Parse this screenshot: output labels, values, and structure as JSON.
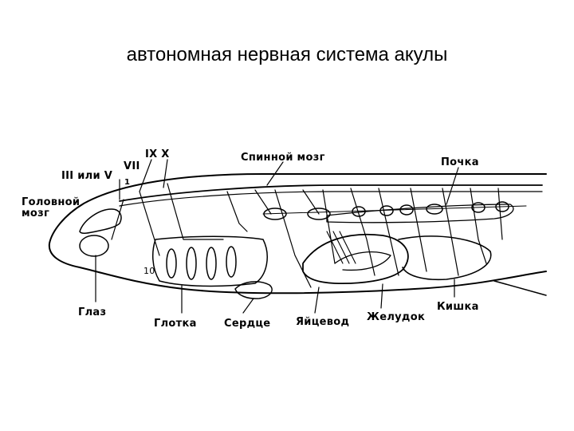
{
  "title": "автономная нервная система акулы",
  "labels": {
    "cranial_ix_x": "IX  X",
    "cranial_vii": "VII",
    "cranial_iii_v": "III  или  V",
    "cranial_sub1": "1",
    "brain_line1": "Головной",
    "brain_line2": "мозг",
    "spinal_cord": "Спинной мозг",
    "kidney": "Почка",
    "eye": "Глаз",
    "pharynx": "Глотка",
    "heart": "Сердце",
    "oviduct": "Яйцевод",
    "stomach": "Желудок",
    "intestine": "Кишка",
    "small_label": "10"
  }
}
